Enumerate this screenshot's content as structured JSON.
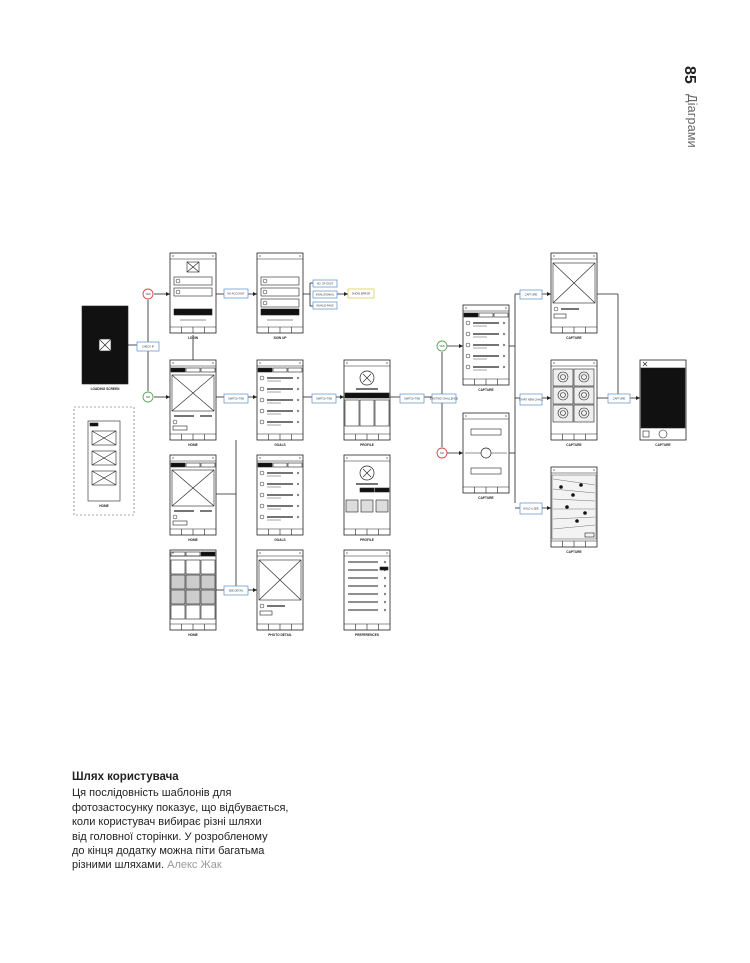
{
  "page": {
    "number": "85",
    "section": "Діаграми"
  },
  "caption": {
    "title": "Шлях користувача",
    "lines": [
      "Ця послідовність шаблонів для",
      "фотозастосунку показує, що відбувається,",
      "коли користувач вибирає різні шляхи",
      "від головної сторінки. У розробленому",
      "до кінця додатку можна піти багатьма"
    ],
    "last_line": "різними шляхами.",
    "author": "Алекс Жак"
  },
  "diagram": {
    "screens": [
      {
        "id": "loading",
        "label": "LOADING SCREEN"
      },
      {
        "id": "home-legend",
        "label": "HOME"
      },
      {
        "id": "login",
        "label": "LOGIN"
      },
      {
        "id": "sign-up",
        "label": "SIGN UP"
      },
      {
        "id": "home-1",
        "label": "HOME"
      },
      {
        "id": "home-2",
        "label": "HOME"
      },
      {
        "id": "home-3",
        "label": "HOME"
      },
      {
        "id": "goals-1",
        "label": "GOALS"
      },
      {
        "id": "goals-2",
        "label": "GOALS"
      },
      {
        "id": "photo-detail",
        "label": "PHOTO DETAIL"
      },
      {
        "id": "profile-1",
        "label": "PROFILE"
      },
      {
        "id": "profile-2",
        "label": "PROFILE"
      },
      {
        "id": "preferences",
        "label": "PREFERENCES"
      },
      {
        "id": "capture-list",
        "label": "CAPTURE"
      },
      {
        "id": "capture-timer",
        "label": "CAPTURE"
      },
      {
        "id": "capture-detail",
        "label": "CAPTURE"
      },
      {
        "id": "capture-grid",
        "label": "CAPTURE"
      },
      {
        "id": "capture-map",
        "label": "CAPTURE"
      },
      {
        "id": "capture-camera",
        "label": "CAPTURE"
      }
    ],
    "decisions": [
      {
        "id": "d-yes-top",
        "label": "YES"
      },
      {
        "id": "d-no-top",
        "label": "NO"
      },
      {
        "id": "d-yes-mid",
        "label": "YES"
      },
      {
        "id": "d-no-mid",
        "label": "NO"
      }
    ],
    "actions": [
      {
        "id": "a-check",
        "label": "CHECK IF"
      },
      {
        "id": "a-no-account",
        "label": "NO ACCOUNT"
      },
      {
        "id": "a-opt1",
        "label": "NO. OF DIGIT"
      },
      {
        "id": "a-opt2",
        "label": "INVALID EMAIL"
      },
      {
        "id": "a-opt3",
        "label": "INVALID PASS"
      },
      {
        "id": "a-error",
        "label": "SHOW ERROR"
      },
      {
        "id": "a-switch-tab-1",
        "label": "SWITCH TAB"
      },
      {
        "id": "a-switch-tab-2",
        "label": "SWITCH TAB"
      },
      {
        "id": "a-switch-tab-3",
        "label": "SWITCH TAB"
      },
      {
        "id": "a-existing",
        "label": "EXISTING CHALLENGE"
      },
      {
        "id": "a-capture-1",
        "label": "CAPTURE"
      },
      {
        "id": "a-start",
        "label": "START NEW CHALL"
      },
      {
        "id": "a-capture-2",
        "label": "CAPTURE"
      },
      {
        "id": "a-hold",
        "label": "HOLD & SEE"
      },
      {
        "id": "a-see-detail",
        "label": "SEE DETAIL"
      }
    ]
  }
}
